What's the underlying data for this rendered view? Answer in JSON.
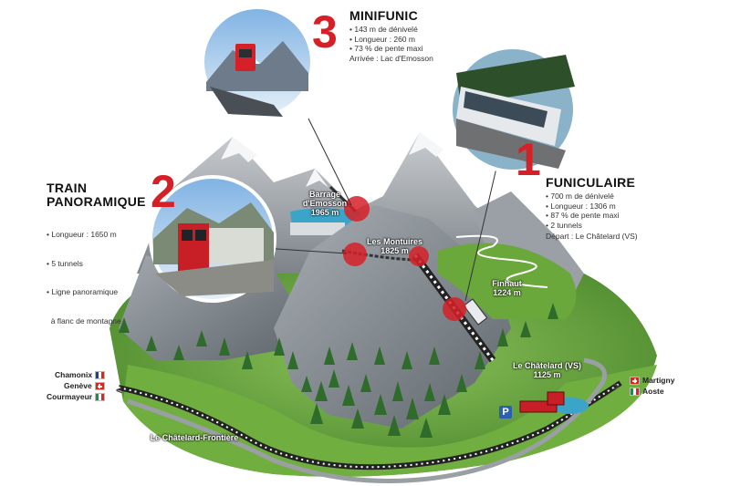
{
  "funiculaire": {
    "number": "1",
    "title": "FUNICULAIRE",
    "facts": [
      "• 700 m de dénivelé",
      "• Longueur : 1306 m",
      "• 87 % de pente maxi",
      "• 2 tunnels"
    ],
    "depart": "Départ : Le Châtelard (VS)"
  },
  "train": {
    "number": "2",
    "title_line1": "TRAIN",
    "title_line2": "PANORAMIQUE",
    "facts": [
      "• Longueur : 1650 m",
      "• 5 tunnels",
      "• Ligne panoramique",
      "  à flanc de montagne"
    ]
  },
  "minifunic": {
    "number": "3",
    "title": "MINIFUNIC",
    "facts": [
      "• 143 m de dénivelé",
      "• Longueur : 260 m",
      "• 73 % de pente maxi"
    ],
    "arrivee": "Arrivée : Lac d'Emosson"
  },
  "places": {
    "barrage_line1": "Barrage",
    "barrage_line2": "d'Emosson",
    "barrage_alt": "1965 m",
    "montuires_name": "Les Montuires",
    "montuires_alt": "1825 m",
    "finhaut_name": "Finhaut",
    "finhaut_alt": "1224 m",
    "chatelard_vs_name": "Le Châtelard (VS)",
    "chatelard_vs_alt": "1125 m",
    "chatelard_frontiere": "Le Châtelard-Frontière"
  },
  "destinations_left": [
    {
      "name": "Chamonix",
      "flag": "fr"
    },
    {
      "name": "Genève",
      "flag": "ch"
    },
    {
      "name": "Courmayeur",
      "flag": "it"
    }
  ],
  "destinations_right": [
    {
      "name": "Martigny",
      "flag": "ch"
    },
    {
      "name": "Aoste",
      "flag": "it"
    }
  ],
  "parking_label": "P",
  "arrow_left": "<",
  "arrow_right": ">",
  "colors": {
    "accent_red": "#d62027",
    "rock_grey": "#8f959b",
    "grass_green": "#5f9e3a",
    "lake_blue": "#3aa5c9",
    "track_dark": "#333333"
  }
}
